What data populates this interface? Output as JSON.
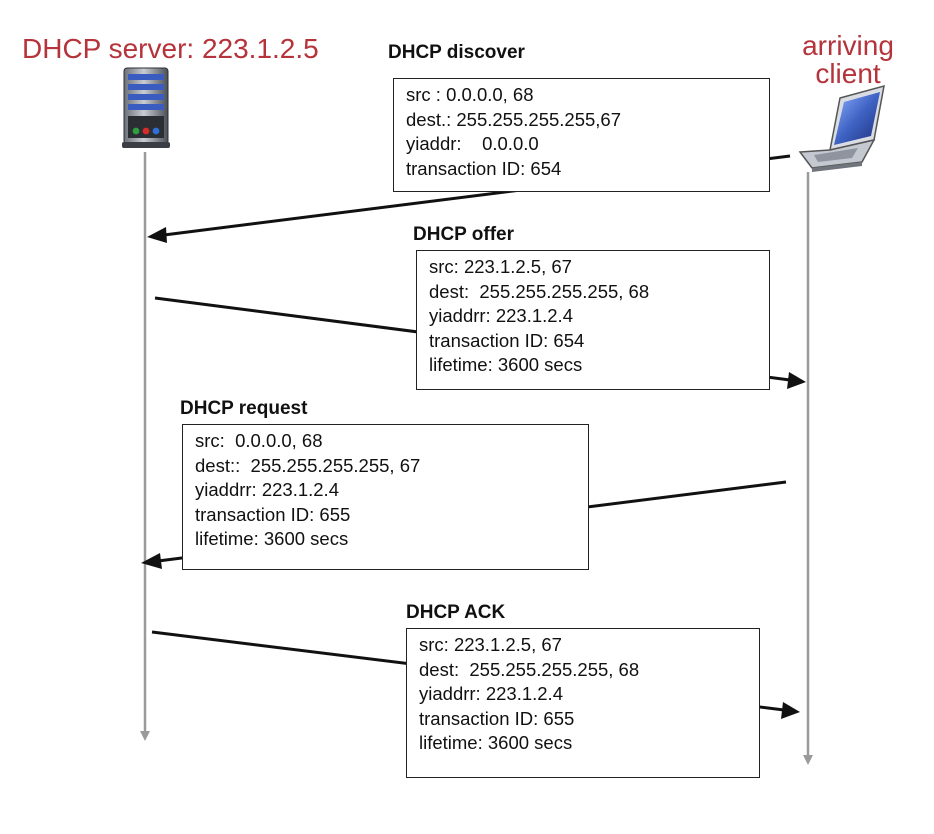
{
  "server": {
    "title": "DHCP server: 223.1.2.5",
    "icon": "server-tower-icon",
    "led_colors": [
      "#2e9e3e",
      "#d62b2b",
      "#2f6fd6"
    ]
  },
  "client": {
    "title_line1": "arriving",
    "title_line2": "client",
    "icon": "laptop-icon",
    "screen_color": "#3f63c4"
  },
  "colors": {
    "title_red": "#b5333a",
    "timeline_gray": "#9a9a9a",
    "arrow_black": "#111111"
  },
  "messages": [
    {
      "title": "DHCP discover",
      "direction": "client-to-server",
      "lines": [
        "src : 0.0.0.0, 68",
        "dest.: 255.255.255.255,67",
        "yiaddr:    0.0.0.0",
        "transaction ID: 654"
      ]
    },
    {
      "title": "DHCP offer",
      "direction": "server-to-client",
      "lines": [
        "src: 223.1.2.5, 67",
        "dest:  255.255.255.255, 68",
        "yiaddrr: 223.1.2.4",
        "transaction ID: 654",
        "lifetime: 3600 secs"
      ]
    },
    {
      "title": "DHCP request",
      "direction": "client-to-server",
      "lines": [
        "src:  0.0.0.0, 68",
        "dest::  255.255.255.255, 67",
        "yiaddrr: 223.1.2.4",
        "transaction ID: 655",
        "lifetime: 3600 secs"
      ]
    },
    {
      "title": "DHCP ACK",
      "direction": "server-to-client",
      "lines": [
        "src: 223.1.2.5, 67",
        "dest:  255.255.255.255, 68",
        "yiaddrr: 223.1.2.4",
        "transaction ID: 655",
        "lifetime: 3600 secs"
      ]
    }
  ]
}
